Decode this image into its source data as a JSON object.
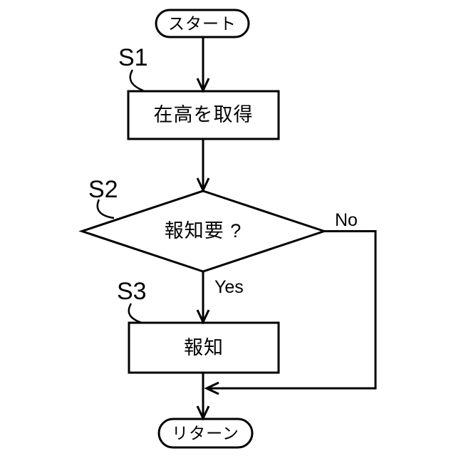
{
  "figure": {
    "nodes": {
      "start": {
        "type": "terminal",
        "label": "スタート"
      },
      "s1": {
        "type": "process",
        "step": "S1",
        "label": "在高を取得"
      },
      "s2": {
        "type": "decision",
        "step": "S2",
        "label": "報知要 ?"
      },
      "s3": {
        "type": "process",
        "step": "S3",
        "label": "報知"
      },
      "end": {
        "type": "terminal",
        "label": "リターン"
      }
    },
    "edges": {
      "yes": "Yes",
      "no": "No"
    },
    "colors": {
      "line": "#000000",
      "background": "#ffffff"
    }
  }
}
